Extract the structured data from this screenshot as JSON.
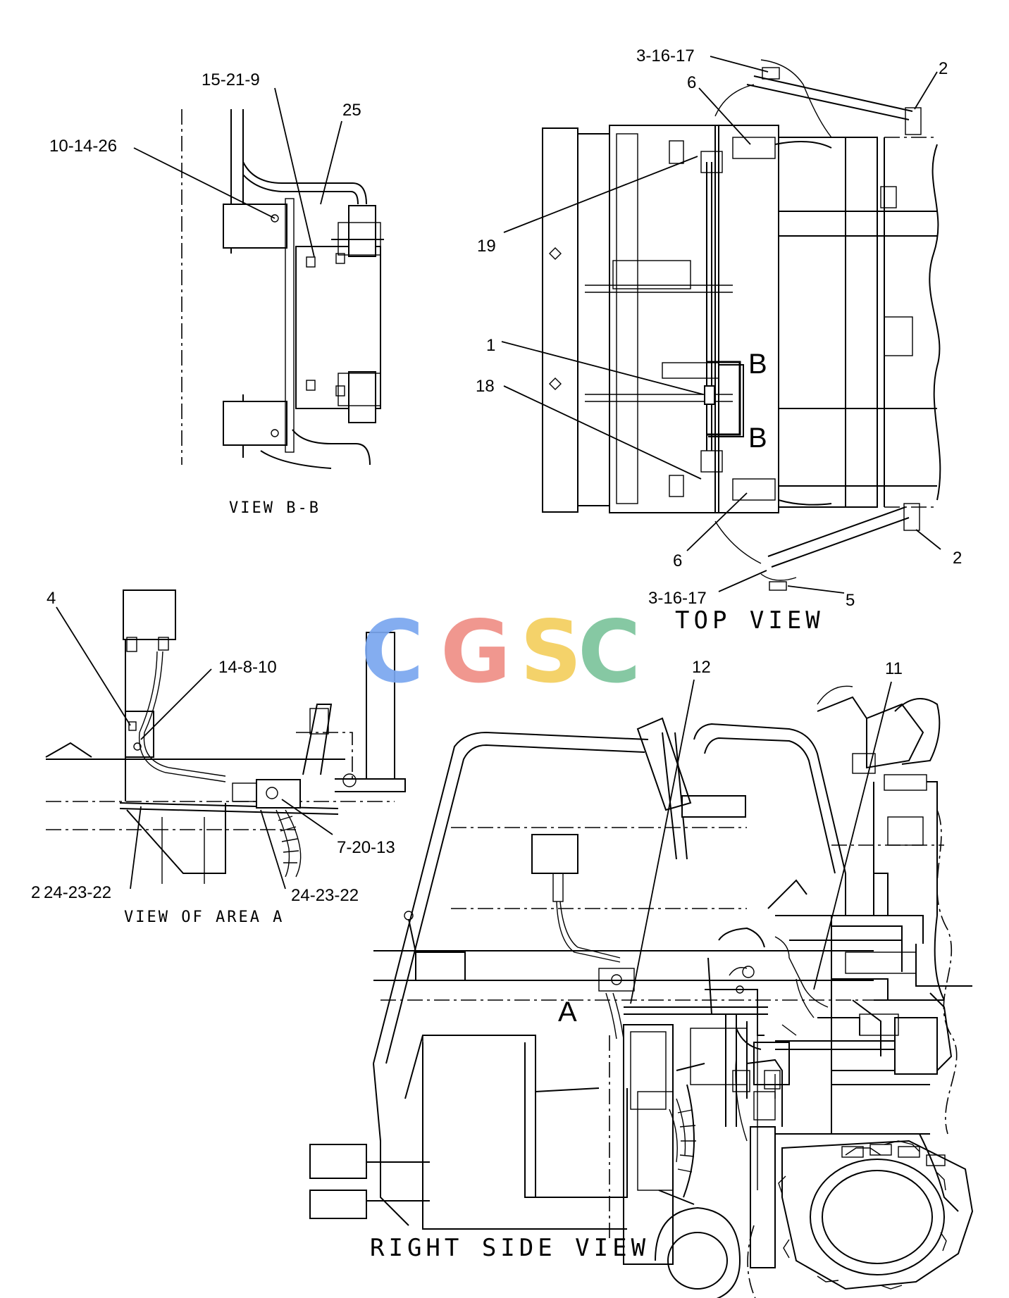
{
  "views": {
    "view_bb": {
      "title": "VIEW B-B",
      "callouts": [
        "15-21-9",
        "25",
        "10-14-26"
      ]
    },
    "top_view": {
      "title": "TOP VIEW",
      "section_marks": [
        "B",
        "B"
      ],
      "callouts": [
        "3-16-17",
        "2",
        "6",
        "19",
        "1",
        "18",
        "6",
        "2",
        "3-16-17",
        "5"
      ]
    },
    "area_a": {
      "title": "VIEW OF AREA A",
      "callouts": [
        "4",
        "14-8-10",
        "7-20-13",
        "24-23-22",
        "24-23-22"
      ],
      "edge_fragment": "2"
    },
    "right_side_view": {
      "title": "RIGHT SIDE VIEW",
      "area_mark": "A",
      "callouts": [
        "12",
        "11"
      ]
    }
  },
  "watermark": {
    "letters": [
      "C",
      "G",
      "S",
      "C"
    ],
    "colors": [
      "#7aa7ef",
      "#ef8f86",
      "#f4cf5e",
      "#7cc49c"
    ]
  }
}
